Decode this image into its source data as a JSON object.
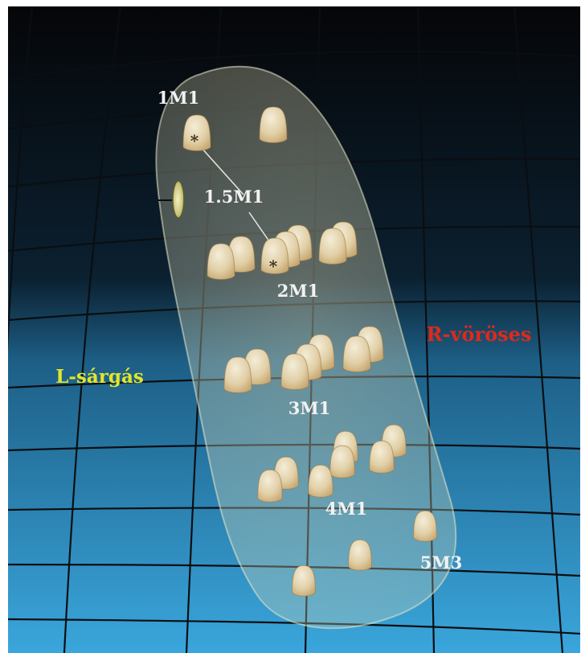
{
  "colors": {
    "background_top": "#050608",
    "background_mid": "#0b2030",
    "background_bottom": "#3aa6dc",
    "grid_line": "#0a0e12",
    "envelope_fill": "#d8d6b4",
    "tooth_light": "#f4edd8",
    "tooth_mid": "#e1cfa6",
    "tooth_dark": "#c8a872",
    "label_white": "#f2f2f2",
    "label_red": "#e0281c",
    "label_yellow": "#e2e62a"
  },
  "labels": {
    "m1": "1M1",
    "m15": "1.5M1",
    "m2": "2M1",
    "m3": "3M1",
    "m4": "4M1",
    "m5": "5M3",
    "red": "R-vöröses",
    "yellow": "L-sárgás"
  },
  "markers": {
    "asterisk": "*"
  }
}
